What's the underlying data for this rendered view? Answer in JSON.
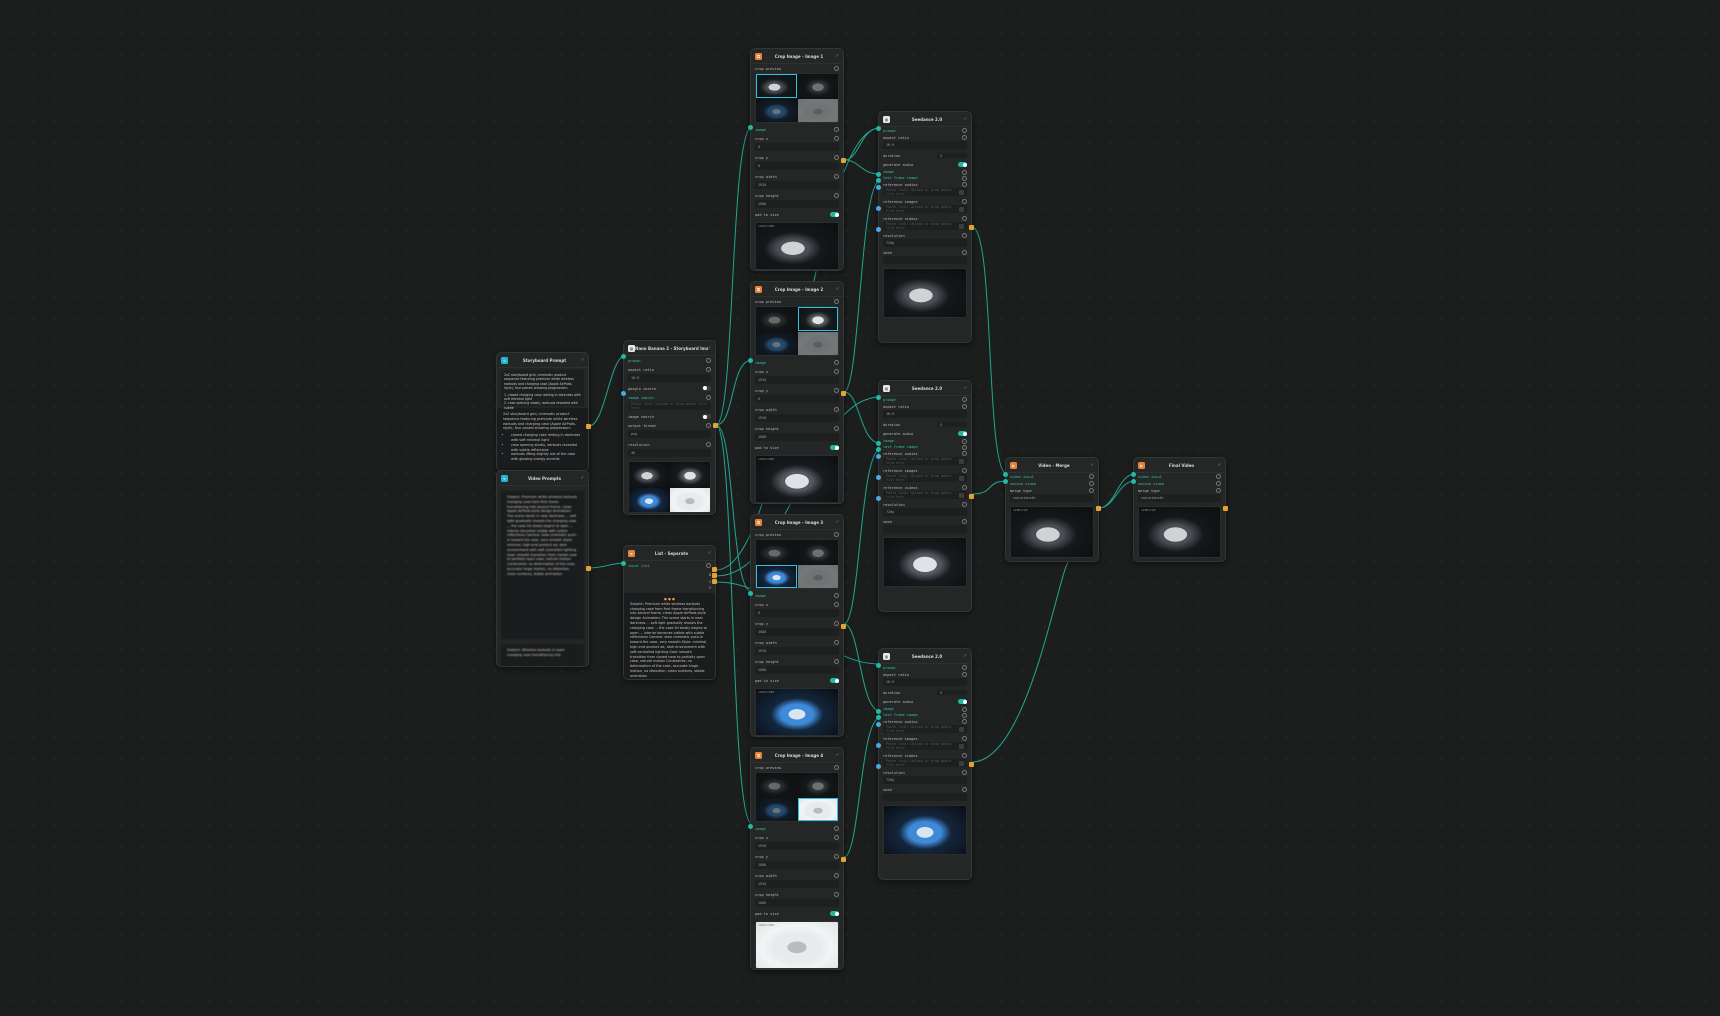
{
  "canvas": {
    "background": "#1c1e1e",
    "wire_color": "#1fa88f",
    "output_socket_color": "#e8a030",
    "input_socket_color": "#22b8a4"
  },
  "storyboard_prompt": {
    "title": "Storyboard Prompt",
    "input_text": "2x2 storyboard grid, cinematic product sequence featuring premium white wireless earbuds and charging case (Apple AirPods-style), four panels showing progression:",
    "input_list": "1. closed charging case resting in darkness with soft minimal light\n2. case opening slowly, earbuds revealed with subtle",
    "output_intro": "2x2 storyboard grid, cinematic product sequence featuring premium white wireless earbuds and charging case (Apple AirPods-style), four panels showing progression:",
    "output_items": [
      "closed charging case resting in darkness with soft minimal light",
      "case opening slowly, earbuds revealed with subtle reflections",
      "earbuds lifting slightly out of the case with glowing energy accents"
    ]
  },
  "video_prompts": {
    "title": "Video Prompts",
    "text_1": "Subject: Premium white wireless earbuds charging case from first frame transitioning into second frame, clean Apple AirPods-style design Animation: The scene starts in near darkness ... soft light gradually reveals the charging case ... the case lid slowly begins to open ... interior becomes visible with subtle reflections Camera: slow cinematic push-in toward the case, very smooth Style: minimal, high-end product ad, dark environment with soft controlled lighting Goal: smooth transition from closed case to partially open case, natural motion Constraints: no deformation of the case, accurate hinge motion, no distortion, clean surfaces, stable animation",
    "text_2": "Subject: Wireless earbuds in open charging case transitioning into"
  },
  "nano_banana": {
    "title": "Nano Banana 2 - Storyboard Image",
    "fields": {
      "prompt": "prompt",
      "aspect_ratio_label": "aspect ratio",
      "aspect_ratio": "16:9",
      "google_search_label": "google search",
      "image_inputs_label": "image inputs",
      "image_inputs_placeholder": "Paste link/ Upload or drag media file here",
      "image_search_label": "image search",
      "output_format_label": "output format",
      "output_format": "png",
      "resolution_label": "resolution",
      "resolution": "4K"
    }
  },
  "list_separate": {
    "title": "List - Separate",
    "input_label": "input list",
    "outputs": [
      "0",
      "1",
      "2"
    ],
    "pager": "1/3",
    "text": "Subject: Premium white wireless earbuds charging case from first frame transitioning into second frame, clean Apple AirPods-style design Animation: The scene starts in near darkness ... soft light gradually reveals the charging case ... the case lid slowly begins to open ... interior becomes visible with subtle reflections Camera: slow cinematic push-in toward the case, very smooth Style: minimal, high-end product ad, dark environment with soft controlled lighting Goal: smooth transition from closed case to partially open case, natural motion Constraints: no deformation of the case, accurate hinge motion, no distortion, clean surfaces, stable animation"
  },
  "crop_labels": {
    "crop_preview": "crop preview",
    "image": "image",
    "crop_x": "crop x",
    "crop_y": "crop y",
    "crop_width": "crop width",
    "crop_height": "crop height",
    "pad_to_size": "pad to size",
    "result_tag": "1920x1080"
  },
  "crop_nodes": [
    {
      "title": "Crop Image - Image 1",
      "x": "0",
      "y": "0",
      "width": "1920",
      "height": "1080",
      "selected": 0
    },
    {
      "title": "Crop Image - Image 2",
      "x": "1920",
      "y": "0",
      "width": "1920",
      "height": "1080",
      "selected": 1
    },
    {
      "title": "Crop Image - Image 3",
      "x": "0",
      "y": "1080",
      "width": "1920",
      "height": "1080",
      "selected": 2
    },
    {
      "title": "Crop Image - Image 4",
      "x": "1920",
      "y": "1080",
      "width": "1920",
      "height": "1080",
      "selected": 3
    }
  ],
  "seedance_labels": {
    "prompt": "prompt",
    "aspect_ratio": "aspect ratio",
    "duration": "duration",
    "generate_audio": "generate audio",
    "image": "image",
    "last_frame_image": "last frame image",
    "reference_audios": "reference audios",
    "reference_images": "reference images",
    "reference_videos": "reference videos",
    "resolution": "resolution",
    "seed": "seed",
    "placeholder": "Paste link/ Upload or drag media file here"
  },
  "seedance_nodes": [
    {
      "title": "Seedance 2.0",
      "aspect_ratio": "16:9",
      "duration": "5",
      "resolution": "720p",
      "seed": ""
    },
    {
      "title": "Seedance 2.0",
      "aspect_ratio": "16:9",
      "duration": "5",
      "resolution": "720p",
      "seed": ""
    },
    {
      "title": "Seedance 2.0",
      "aspect_ratio": "16:9",
      "duration": "5",
      "resolution": "720p",
      "seed": ""
    }
  ],
  "video_merge": {
    "title": "Video - Merge",
    "video_input": "video input",
    "second_video": "second video",
    "merge_type": "merge type",
    "merge_value": "concatenate",
    "result_tag": "1280x720"
  },
  "final_video": {
    "title": "Final Video",
    "video_input": "video input",
    "second_video": "second video",
    "merge_type": "merge type",
    "merge_value": "concatenate",
    "result_tag": "1280x720"
  }
}
